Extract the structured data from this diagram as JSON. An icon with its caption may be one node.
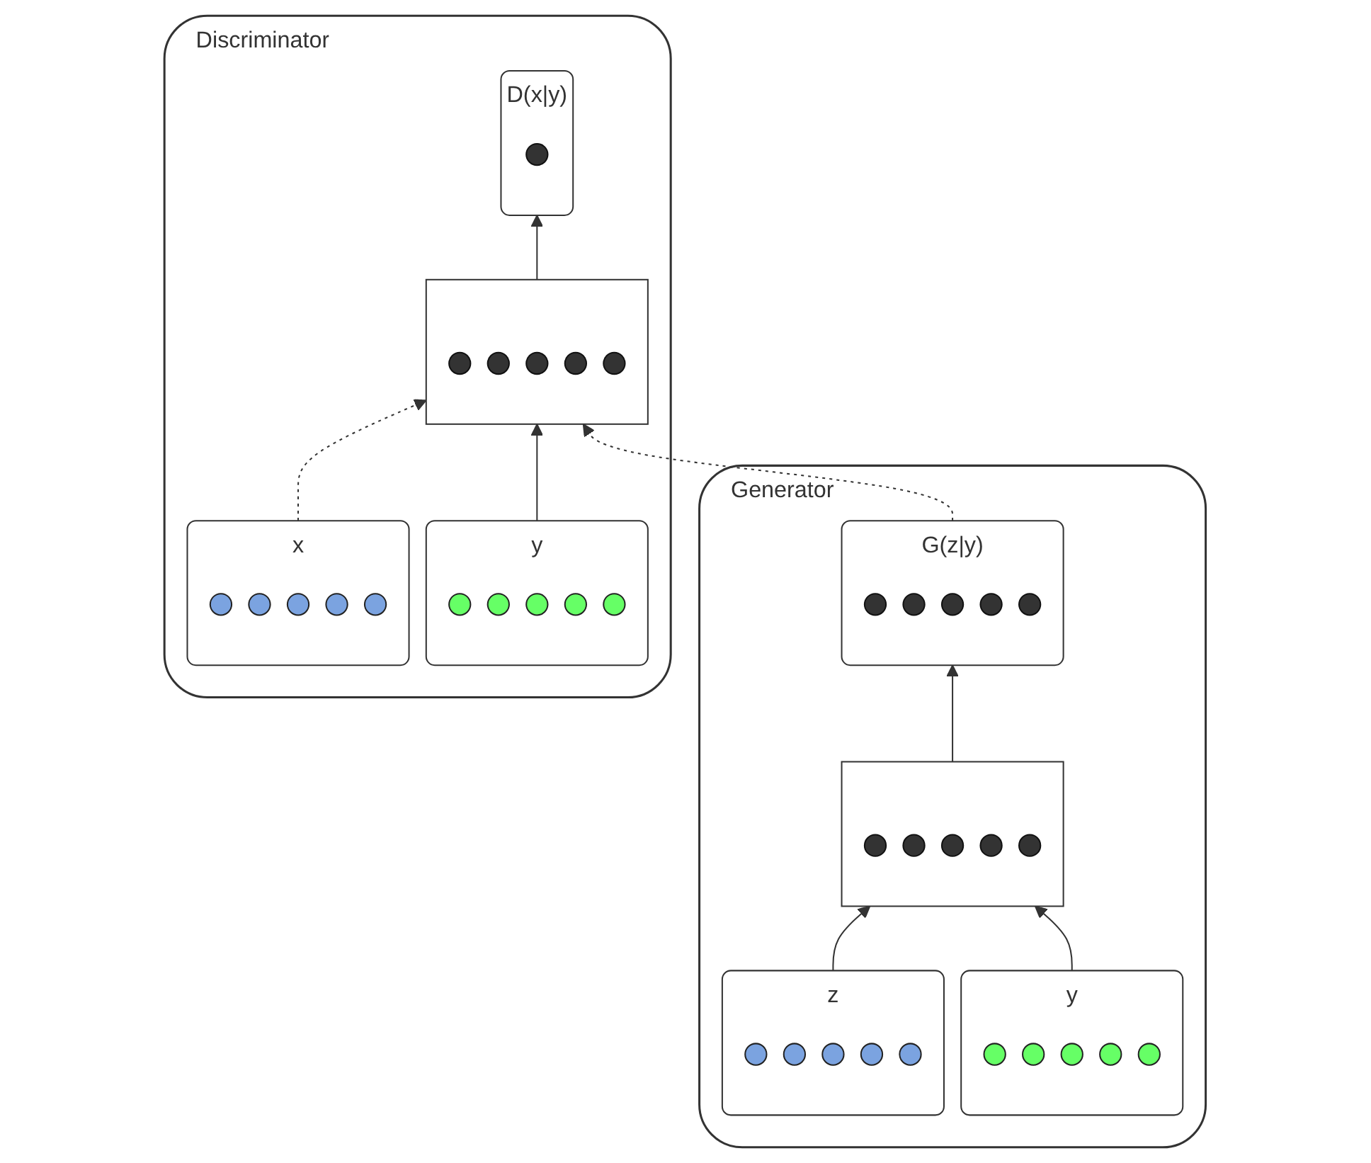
{
  "diagram": {
    "nodes": [
      {
        "text": [
          "Discriminator"
        ]
      },
      {
        "text": [
          "D(x|y)"
        ],
        "in": 0
      },
      {
        "text": [],
        "shape": "circle",
        "in": 1
      },
      {
        "text": [],
        "shape": "box",
        "in": 0
      },
      {
        "text": [],
        "shape": "circle",
        "in": 3
      },
      {
        "text": [],
        "shape": "circle",
        "in": 3
      },
      {
        "text": [],
        "shape": "circle",
        "in": 3
      },
      {
        "text": [],
        "shape": "circle",
        "in": 3
      },
      {
        "text": [],
        "shape": "circle",
        "in": 3
      },
      {
        "text": [
          "x"
        ],
        "in": 0
      },
      {
        "text": [],
        "shape": "circle",
        "in": 9
      },
      {
        "text": [],
        "shape": "circle",
        "in": 9
      },
      {
        "text": [],
        "shape": "circle",
        "in": 9
      },
      {
        "text": [],
        "shape": "circle",
        "in": 9
      },
      {
        "text": [],
        "shape": "circle",
        "in": 9
      },
      {
        "text": [
          "y"
        ],
        "in": 0
      },
      {
        "text": [],
        "shape": "circle",
        "in": 15
      },
      {
        "text": [],
        "shape": "circle",
        "in": 15
      },
      {
        "text": [],
        "shape": "circle",
        "in": 15
      },
      {
        "text": [],
        "shape": "circle",
        "in": 15
      },
      {
        "text": [],
        "shape": "circle",
        "in": 15
      },
      {
        "text": [
          "Generator"
        ]
      },
      {
        "text": [
          "G(z|y)"
        ],
        "in": 21
      },
      {
        "text": [],
        "shape": "circle",
        "in": 22
      },
      {
        "text": [],
        "shape": "circle",
        "in": 22
      },
      {
        "text": [],
        "shape": "circle",
        "in": 22
      },
      {
        "text": [],
        "shape": "circle",
        "in": 22
      },
      {
        "text": [],
        "shape": "circle",
        "in": 22
      },
      {
        "text": [],
        "shape": "box",
        "in": 21
      },
      {
        "text": [],
        "shape": "circle",
        "in": 28
      },
      {
        "text": [],
        "shape": "circle",
        "in": 28
      },
      {
        "text": [],
        "shape": "circle",
        "in": 28
      },
      {
        "text": [],
        "shape": "circle",
        "in": 28
      },
      {
        "text": [],
        "shape": "circle",
        "in": 28
      },
      {
        "text": [
          "z"
        ],
        "in": 21
      },
      {
        "text": [],
        "shape": "circle",
        "in": 34
      },
      {
        "text": [],
        "shape": "circle",
        "in": 34
      },
      {
        "text": [],
        "shape": "circle",
        "in": 34
      },
      {
        "text": [],
        "shape": "circle",
        "in": 34
      },
      {
        "text": [],
        "shape": "circle",
        "in": 34
      },
      {
        "text": [
          "y"
        ],
        "in": 21
      },
      {
        "text": [],
        "shape": "circle",
        "in": 40
      },
      {
        "text": [],
        "shape": "circle",
        "in": 40
      },
      {
        "text": [],
        "shape": "circle",
        "in": 40
      },
      {
        "text": [],
        "shape": "circle",
        "in": 40
      },
      {
        "text": [],
        "shape": "circle",
        "in": 40
      }
    ],
    "edges": [
      {
        "from": 3,
        "to": 1,
        "arrow": "to"
      },
      {
        "from": 9,
        "to": 3,
        "arrow": "to",
        "style": "dashed"
      },
      {
        "from": 15,
        "to": 3,
        "arrow": "to"
      },
      {
        "from": 22,
        "to": 3,
        "arrow": "to",
        "style": "dashed"
      },
      {
        "from": 28,
        "to": 22,
        "arrow": "to"
      },
      {
        "from": 34,
        "to": 28,
        "arrow": "to"
      },
      {
        "from": 40,
        "to": 28,
        "arrow": "to"
      }
    ]
  }
}
